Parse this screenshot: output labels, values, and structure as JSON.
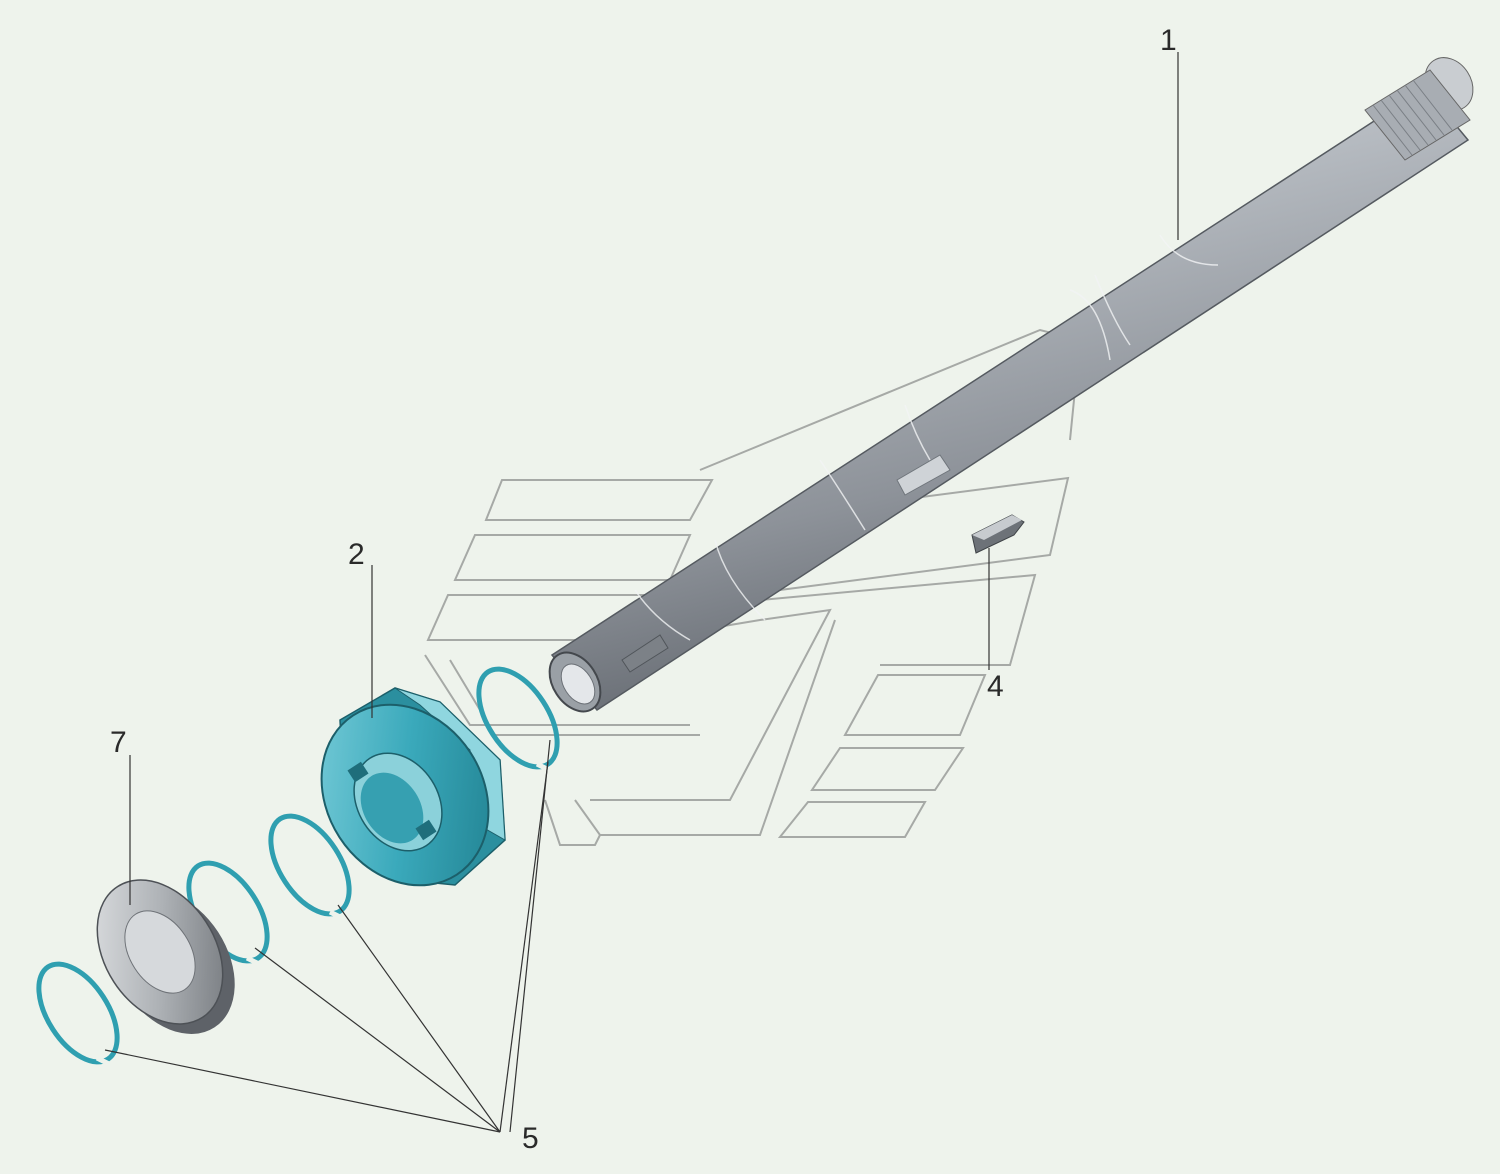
{
  "diagram": {
    "callouts": {
      "c1": "1",
      "c2": "2",
      "c4": "4",
      "c5": "5",
      "c7": "7"
    },
    "colors": {
      "background": "#eef3ec",
      "shaft": "#9ea4ab",
      "teal_parts": "#2f9fb0",
      "washer": "#a9adb2",
      "ghost_outline": "#a6a9a6",
      "leader_line": "#333333"
    },
    "parts": [
      "shaft-icon",
      "teal-gear-icon",
      "key-icon",
      "retaining-ring-icon",
      "washer-icon"
    ]
  }
}
